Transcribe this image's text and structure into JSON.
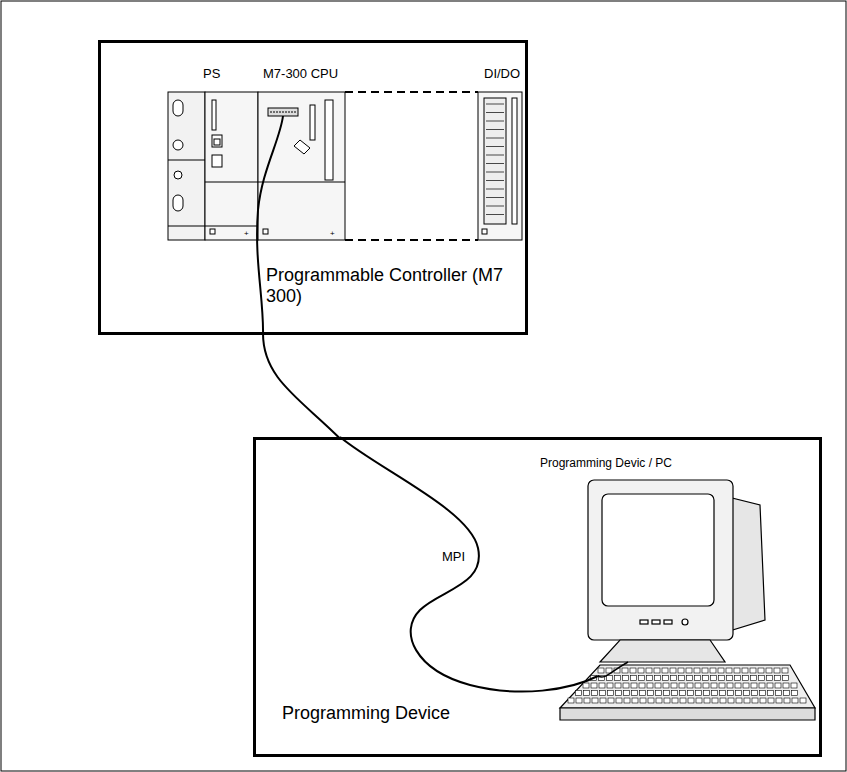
{
  "diagram": {
    "nodes": [
      {
        "text": [
          "Programmable Controller (M7 300)"
        ]
      },
      {
        "text": [
          "Programming Device"
        ]
      }
    ],
    "edges": [
      {
        "from": 0,
        "to": 1,
        "arrow": "none"
      }
    ],
    "labels": [
      "PS",
      "M7-300 CPU",
      "DI/DO",
      "Programming Devic / PC",
      "MPI"
    ]
  }
}
